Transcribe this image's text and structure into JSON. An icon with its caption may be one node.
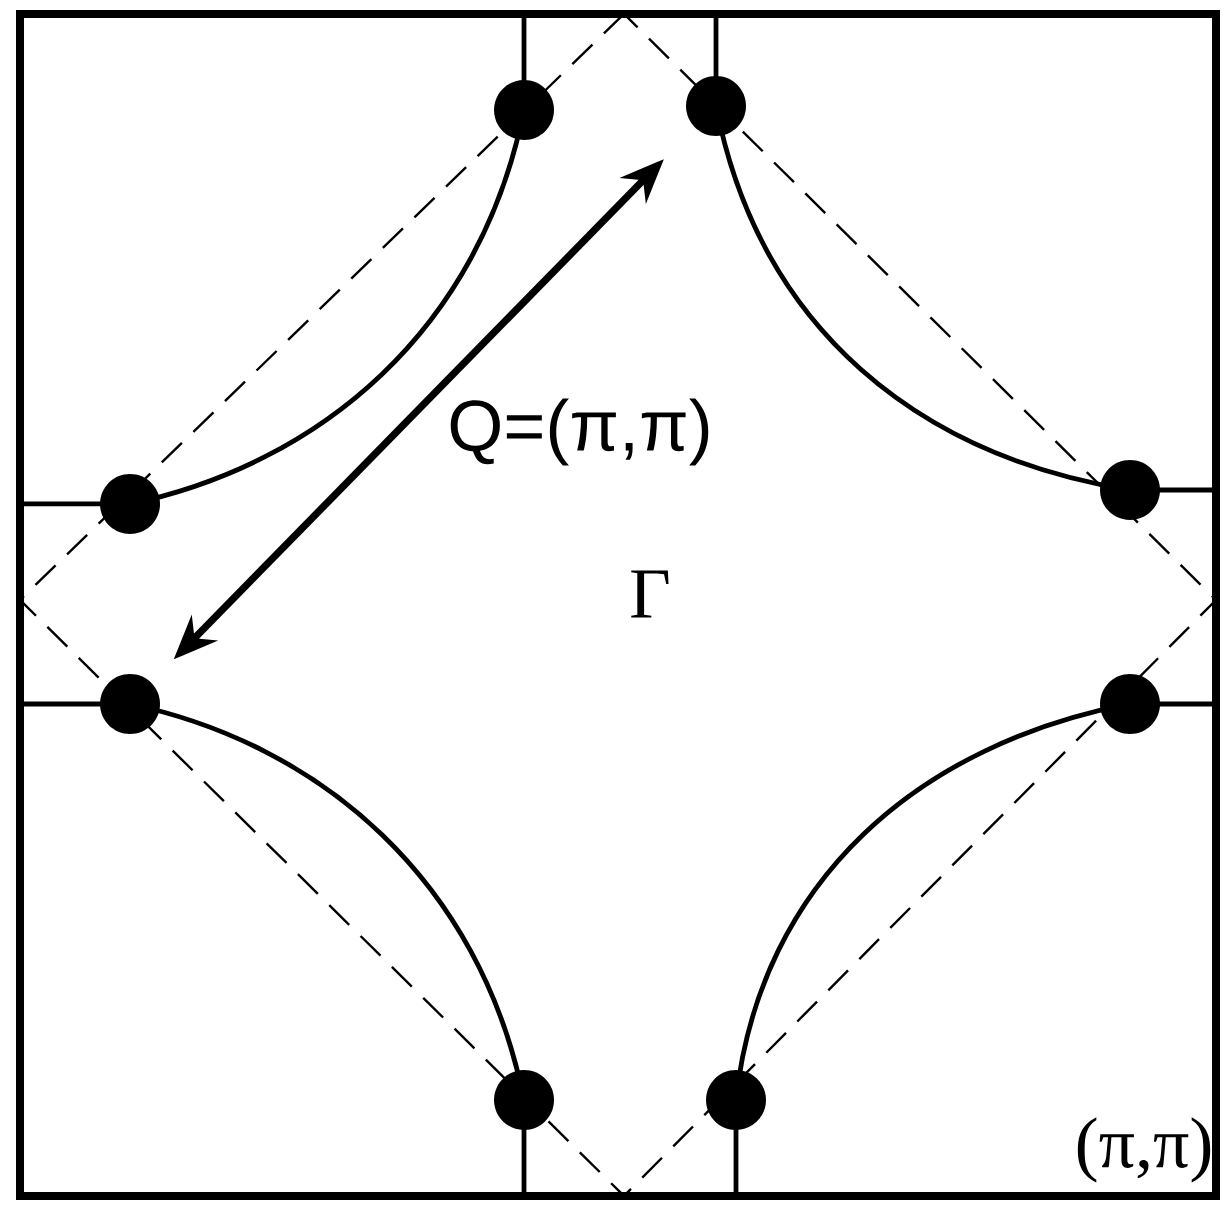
{
  "diagram": {
    "nodes": [
      {
        "text": [],
        "shape": "circle"
      },
      {
        "text": [],
        "shape": "circle"
      },
      {
        "text": [],
        "shape": "circle"
      },
      {
        "text": [],
        "shape": "circle"
      },
      {
        "text": [],
        "shape": "circle"
      },
      {
        "text": [],
        "shape": "circle"
      },
      {
        "text": [],
        "shape": "circle"
      },
      {
        "text": [],
        "shape": "circle"
      }
    ],
    "edges": [
      {
        "from": 4,
        "to": 1,
        "arrow": "both",
        "label": "Q=(π,π)"
      }
    ],
    "labels": [
      "Γ",
      "(π,π)"
    ]
  }
}
